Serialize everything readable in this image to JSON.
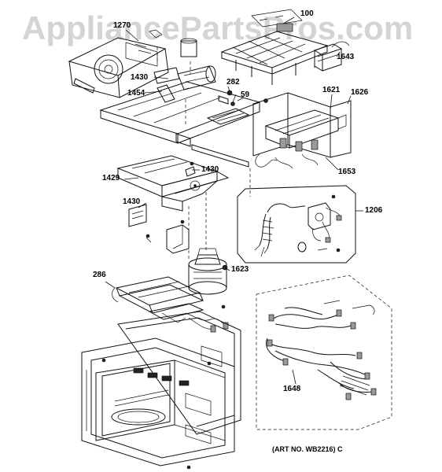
{
  "watermark": "AppliancePartsPros.com",
  "art_number": "(ART NO. WB2216) C",
  "callouts": {
    "c1270": "1270",
    "c100": "100",
    "c1643": "1643",
    "c1430a": "1430",
    "c282": "282",
    "c1454": "1454",
    "c59": "59",
    "c1621": "1621",
    "c1626": "1626",
    "c1653": "1653",
    "c1430b": "1430",
    "c1429": "1429",
    "c1430c": "1430",
    "c1206": "1206",
    "c1623": "1623",
    "c286": "286",
    "c1648": "1648"
  }
}
